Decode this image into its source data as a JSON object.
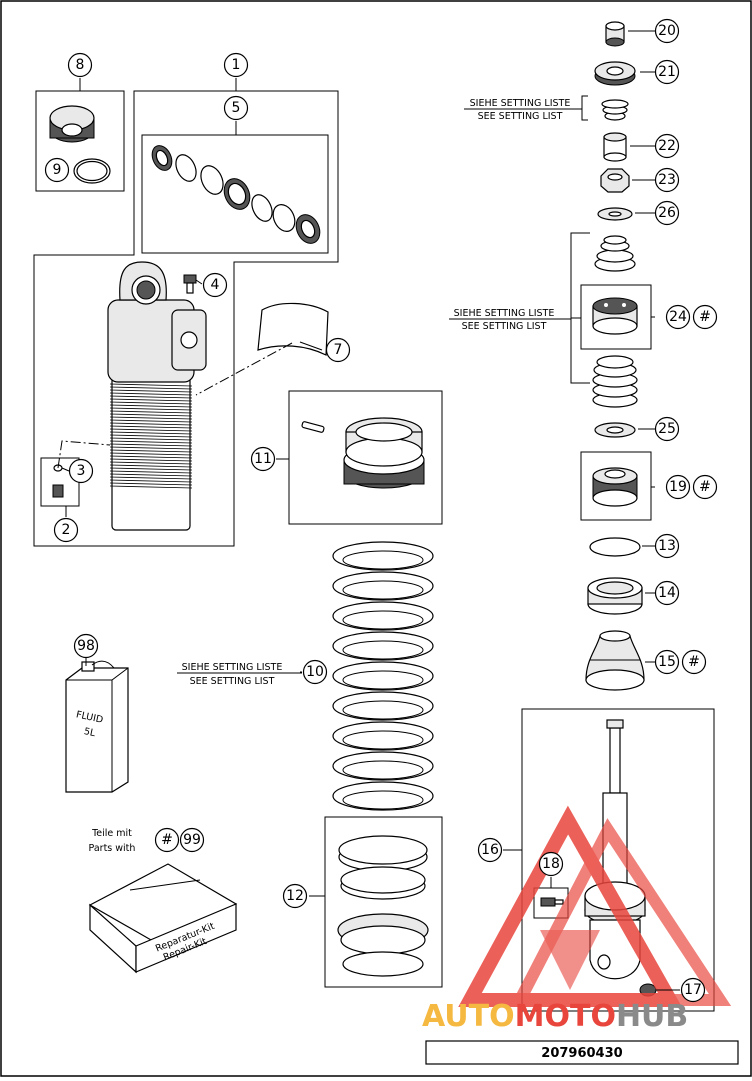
{
  "callouts": {
    "c1": "1",
    "c2": "2",
    "c3": "3",
    "c4": "4",
    "c5": "5",
    "c7": "7",
    "c8": "8",
    "c9": "9",
    "c10": "10",
    "c11": "11",
    "c12": "12",
    "c13": "13",
    "c14": "14",
    "c15": "15",
    "c16": "16",
    "c17": "17",
    "c18": "18",
    "c19": "19",
    "c20": "20",
    "c21": "21",
    "c22": "22",
    "c23": "23",
    "c24": "24",
    "c25": "25",
    "c26": "26",
    "c98": "98",
    "c99": "99",
    "hash": "#"
  },
  "setting_list": {
    "de": "SIEHE SETTING LISTE",
    "en": "SEE SETTING LIST",
    "de_b": "SIEHE SETTING LISTE",
    "en_b": "SEE SETTING LIST",
    "de_c": "SIEHE SETTING LISTE",
    "en_c": "SEE SETTING LIST"
  },
  "can": {
    "line1": "FLUID",
    "line2": "5L"
  },
  "kit": {
    "note_de": "Teile mit",
    "note_en": "Parts with",
    "box_line1": "Reparatur-Kit",
    "box_line2": "Repair-Kit"
  },
  "watermark": {
    "part1": "AUTO",
    "part2": "MOTO",
    "part3": "HUB"
  },
  "footer": {
    "drawing_number": "207960430"
  },
  "colors": {
    "watermark_orange": "#f5b942",
    "watermark_red": "#e8453c",
    "watermark_gray": "#8a8a8a"
  }
}
